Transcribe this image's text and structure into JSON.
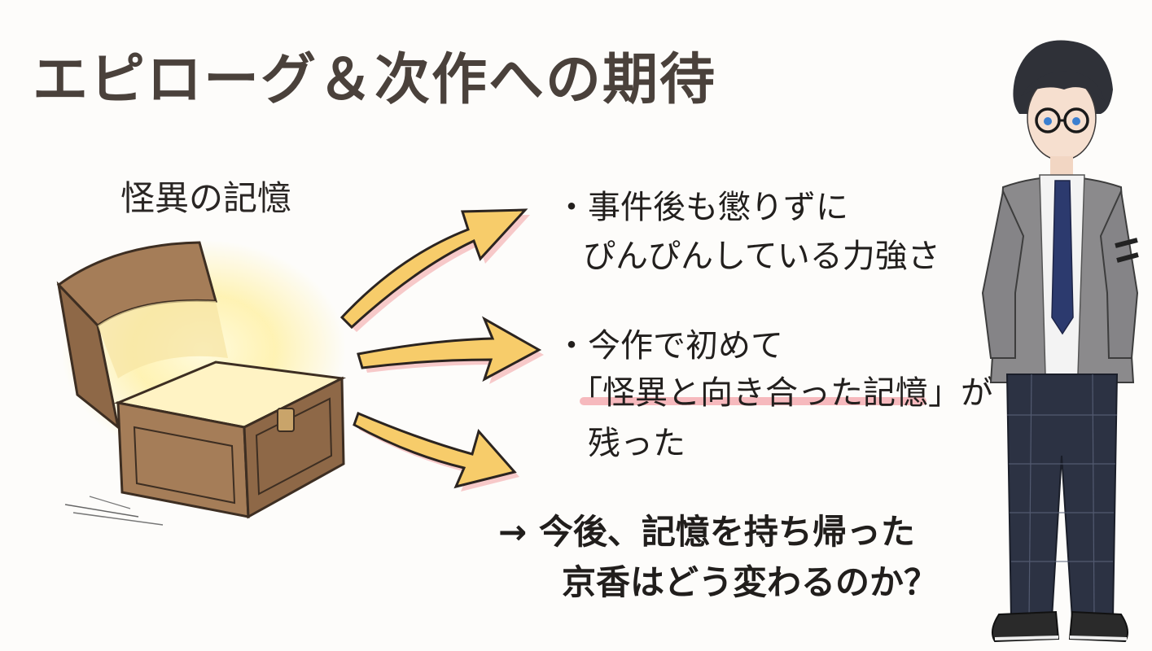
{
  "slide": {
    "title": "エピローグ＆次作への期待",
    "chest_label": "怪異の記憶",
    "bullet1": {
      "dot": "・",
      "line1": "事件後も懲りずに",
      "line2": "ぴんぴんしている力強さ"
    },
    "bullet2": {
      "dot": "・",
      "line1": "今作で初めて",
      "line2": "「怪異と向き合った記憶」が",
      "line3": "残った"
    },
    "conclusion": {
      "arrow": "→",
      "line1": "今後、記憶を持ち帰った",
      "line2": "京香はどう変わるのか？"
    }
  },
  "colors": {
    "title": "#4a413b",
    "arrow_fill": "#f7cc6a",
    "arrow_shadow": "#f4a6a8",
    "highlight": "#f3a3a8",
    "chest_wood": "#a57d58",
    "chest_glow": "#fff1a8"
  },
  "icons": [
    "treasure-chest-icon",
    "arrow-icon",
    "character-illustration"
  ]
}
